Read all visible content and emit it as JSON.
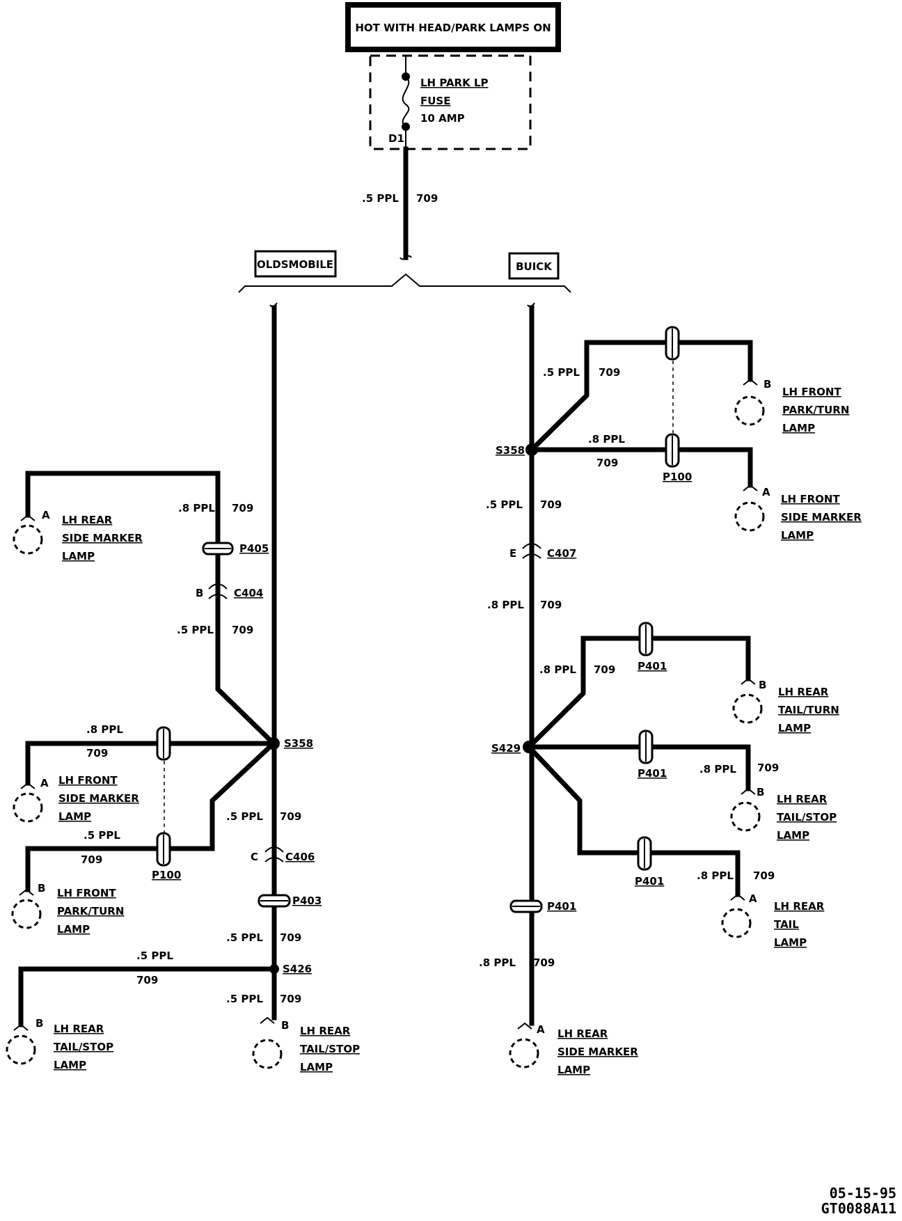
{
  "header": {
    "hot_label": "HOT WITH HEAD/PARK LAMPS ON"
  },
  "fuse": {
    "name_line1": "LH PARK LP",
    "name_line2": "FUSE",
    "rating": "10 AMP",
    "terminal": "D1"
  },
  "feed": {
    "gauge": ".5 PPL",
    "circuit": "709"
  },
  "variants": {
    "left": "OLDSMOBILE",
    "right": "BUICK"
  },
  "olds": {
    "s358_label": "S358",
    "p405_label": "P405",
    "c404_label": "C404",
    "c404_pin": "B",
    "c406_label": "C406",
    "c406_pin": "C",
    "p403_label": "P403",
    "p100_label": "P100",
    "s426_label": "S426",
    "wire_top_left": {
      "gauge": ".8 PPL",
      "circuit": "709"
    },
    "wire_mid_left": {
      "gauge": ".5 PPL",
      "circuit": "709"
    },
    "wire_front_side": {
      "gauge": ".8 PPL",
      "circuit": "709"
    },
    "wire_front_park": {
      "gauge": ".5 PPL",
      "circuit": "709"
    },
    "wire_main_down": {
      "gauge": ".5 PPL",
      "circuit": "709"
    },
    "wire_below_p403": {
      "gauge": ".5 PPL",
      "circuit": "709"
    },
    "wire_left_tail": {
      "gauge": ".5 PPL",
      "circuit": "709"
    },
    "wire_right_tail": {
      "gauge": ".5 PPL",
      "circuit": "709"
    },
    "lamps": {
      "rear_side_marker": {
        "pin": "A",
        "l1": "LH REAR",
        "l2": "SIDE MARKER",
        "l3": "LAMP"
      },
      "front_side_marker": {
        "pin": "A",
        "l1": "LH FRONT",
        "l2": "SIDE MARKER",
        "l3": "LAMP"
      },
      "front_park_turn": {
        "pin": "B",
        "l1": "LH FRONT",
        "l2": "PARK/TURN",
        "l3": "LAMP"
      },
      "rear_tail_stop_left": {
        "pin": "B",
        "l1": "LH REAR",
        "l2": "TAIL/STOP",
        "l3": "LAMP"
      },
      "rear_tail_stop_right": {
        "pin": "B",
        "l1": "LH REAR",
        "l2": "TAIL/STOP",
        "l3": "LAMP"
      }
    }
  },
  "buick": {
    "s358_label": "S358",
    "p100_label": "P100",
    "c407_label": "C407",
    "c407_pin": "E",
    "s429_label": "S429",
    "p401_label": "P401",
    "wire_to_park": {
      "gauge": ".5 PPL",
      "circuit": "709"
    },
    "wire_to_side": {
      "gauge": ".8 PPL",
      "circuit": "709"
    },
    "wire_s358_down": {
      "gauge": ".5 PPL",
      "circuit": "709"
    },
    "wire_c407_down": {
      "gauge": ".8 PPL",
      "circuit": "709"
    },
    "wire_tail_turn": {
      "gauge": ".8 PPL",
      "circuit": "709"
    },
    "wire_tail_stop": {
      "gauge": ".8 PPL",
      "circuit": "709"
    },
    "wire_tail": {
      "gauge": ".8 PPL",
      "circuit": "709"
    },
    "wire_side_marker": {
      "gauge": ".8 PPL",
      "circuit": "709"
    },
    "lamps": {
      "front_park_turn": {
        "pin": "B",
        "l1": "LH FRONT",
        "l2": "PARK/TURN",
        "l3": "LAMP"
      },
      "front_side_marker": {
        "pin": "A",
        "l1": "LH FRONT",
        "l2": "SIDE MARKER",
        "l3": "LAMP"
      },
      "rear_tail_turn": {
        "pin": "B",
        "l1": "LH REAR",
        "l2": "TAIL/TURN",
        "l3": "LAMP"
      },
      "rear_tail_stop": {
        "pin": "B",
        "l1": "LH REAR",
        "l2": "TAIL/STOP",
        "l3": "LAMP"
      },
      "rear_tail": {
        "pin": "A",
        "l1": "LH REAR",
        "l2": "TAIL",
        "l3": "LAMP"
      },
      "rear_side_marker": {
        "pin": "A",
        "l1": "LH REAR",
        "l2": "SIDE MARKER",
        "l3": "LAMP"
      }
    }
  },
  "footer": {
    "date": "05-15-95",
    "code": "GT0088A11"
  }
}
